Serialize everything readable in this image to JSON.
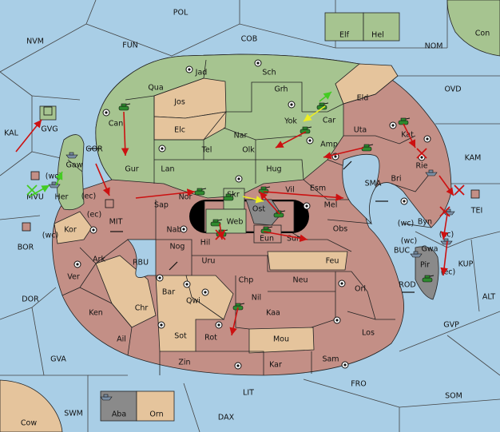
{
  "colors": {
    "sea": "#a9cee6",
    "green_power": "#a6c490",
    "red_power": "#c38f86",
    "neutral": "#e5c49c",
    "gray_power": "#8a8a8a",
    "order_move": "#cc1111",
    "order_support": "#eeee22",
    "order_support_green": "#44cc22"
  },
  "provinces": [
    {
      "id": "POL",
      "label": "POL"
    },
    {
      "id": "NVM",
      "label": "NVM"
    },
    {
      "id": "FUN",
      "label": "FUN"
    },
    {
      "id": "COB",
      "label": "COB"
    },
    {
      "id": "Elf",
      "label": "Elf"
    },
    {
      "id": "Hel",
      "label": "Hel"
    },
    {
      "id": "Con",
      "label": "Con"
    },
    {
      "id": "NOM",
      "label": "NOM"
    },
    {
      "id": "OVD",
      "label": "OVD"
    },
    {
      "id": "KAL",
      "label": "KAL"
    },
    {
      "id": "GVG",
      "label": "GVG"
    },
    {
      "id": "Jad",
      "label": "Jad"
    },
    {
      "id": "Sch",
      "label": "Sch"
    },
    {
      "id": "Qua",
      "label": "Qua"
    },
    {
      "id": "Jos",
      "label": "Jos"
    },
    {
      "id": "Grh",
      "label": "Grh"
    },
    {
      "id": "Eld",
      "label": "Eld"
    },
    {
      "id": "Can",
      "label": "Can"
    },
    {
      "id": "Elc",
      "label": "Elc"
    },
    {
      "id": "Nar",
      "label": "Nar"
    },
    {
      "id": "Yok",
      "label": "Yok"
    },
    {
      "id": "Car",
      "label": "Car"
    },
    {
      "id": "Uta",
      "label": "Uta"
    },
    {
      "id": "Kat",
      "label": "Kat"
    },
    {
      "id": "GOR",
      "label": "GOR"
    },
    {
      "id": "Gaw",
      "label": "Gaw"
    },
    {
      "id": "Tel",
      "label": "Tel"
    },
    {
      "id": "Olk",
      "label": "Olk"
    },
    {
      "id": "Amp",
      "label": "Amp"
    },
    {
      "id": "KAM",
      "label": "KAM"
    },
    {
      "id": "Gur",
      "label": "Gur"
    },
    {
      "id": "Lan",
      "label": "Lan"
    },
    {
      "id": "Hug",
      "label": "Hug"
    },
    {
      "id": "Rie",
      "label": "Rie"
    },
    {
      "id": "Bri",
      "label": "Bri"
    },
    {
      "id": "SMA",
      "label": "SMA"
    },
    {
      "id": "MVU",
      "label": "MVU"
    },
    {
      "id": "Her",
      "label": "Her"
    },
    {
      "id": "Nor",
      "label": "Nor"
    },
    {
      "id": "Skr",
      "label": "Skr"
    },
    {
      "id": "Vil",
      "label": "Vil"
    },
    {
      "id": "Esm",
      "label": "Esm"
    },
    {
      "id": "Sap",
      "label": "Sap"
    },
    {
      "id": "Ost",
      "label": "Ost"
    },
    {
      "id": "Mel",
      "label": "Mel"
    },
    {
      "id": "TEI",
      "label": "TEI"
    },
    {
      "id": "Web",
      "label": "Web"
    },
    {
      "id": "Byn",
      "label": "Byn"
    },
    {
      "id": "MIT",
      "label": "MIT"
    },
    {
      "id": "Kor",
      "label": "Kor"
    },
    {
      "id": "Nab",
      "label": "Nab"
    },
    {
      "id": "Hil",
      "label": "Hil"
    },
    {
      "id": "Eun",
      "label": "Eun"
    },
    {
      "id": "Sun",
      "label": "Sun"
    },
    {
      "id": "Obs",
      "label": "Obs"
    },
    {
      "id": "BOR",
      "label": "BOR"
    },
    {
      "id": "Gwa",
      "label": "Gwa"
    },
    {
      "id": "KUP",
      "label": "KUP"
    },
    {
      "id": "BUC",
      "label": "BUC"
    },
    {
      "id": "Pir",
      "label": "Pir"
    },
    {
      "id": "Ark",
      "label": "Ark"
    },
    {
      "id": "RBU",
      "label": "RBU"
    },
    {
      "id": "Nog",
      "label": "Nog"
    },
    {
      "id": "Uru",
      "label": "Uru"
    },
    {
      "id": "Feu",
      "label": "Feu"
    },
    {
      "id": "Ver",
      "label": "Ver"
    },
    {
      "id": "Chp",
      "label": "Chp"
    },
    {
      "id": "Neu",
      "label": "Neu"
    },
    {
      "id": "Orl",
      "label": "Orl"
    },
    {
      "id": "ROD",
      "label": "ROD"
    },
    {
      "id": "DOR",
      "label": "DOR"
    },
    {
      "id": "Bar",
      "label": "Bar"
    },
    {
      "id": "Qwi",
      "label": "Qwi"
    },
    {
      "id": "Nil",
      "label": "Nil"
    },
    {
      "id": "ALT",
      "label": "ALT"
    },
    {
      "id": "Ken",
      "label": "Ken"
    },
    {
      "id": "Chr",
      "label": "Chr"
    },
    {
      "id": "Kaa",
      "label": "Kaa"
    },
    {
      "id": "GVP",
      "label": "GVP"
    },
    {
      "id": "Los",
      "label": "Los"
    },
    {
      "id": "Ail",
      "label": "Ail"
    },
    {
      "id": "Sot",
      "label": "Sot"
    },
    {
      "id": "Rot",
      "label": "Rot"
    },
    {
      "id": "Mou",
      "label": "Mou"
    },
    {
      "id": "GVA",
      "label": "GVA"
    },
    {
      "id": "Sam",
      "label": "Sam"
    },
    {
      "id": "Zin",
      "label": "Zin"
    },
    {
      "id": "Kar",
      "label": "Kar"
    },
    {
      "id": "FRO",
      "label": "FRO"
    },
    {
      "id": "LIT",
      "label": "LIT"
    },
    {
      "id": "SOM",
      "label": "SOM"
    },
    {
      "id": "SWM",
      "label": "SWM"
    },
    {
      "id": "Aba",
      "label": "Aba"
    },
    {
      "id": "Orn",
      "label": "Orn"
    },
    {
      "id": "DAX",
      "label": "DAX"
    },
    {
      "id": "Cow",
      "label": "Cow"
    }
  ],
  "coast_labels": [
    "(wc)",
    "(ec)",
    "(ec)",
    "(wc)",
    "(wc)",
    "(ec)",
    "(wc)",
    "(ec)"
  ]
}
